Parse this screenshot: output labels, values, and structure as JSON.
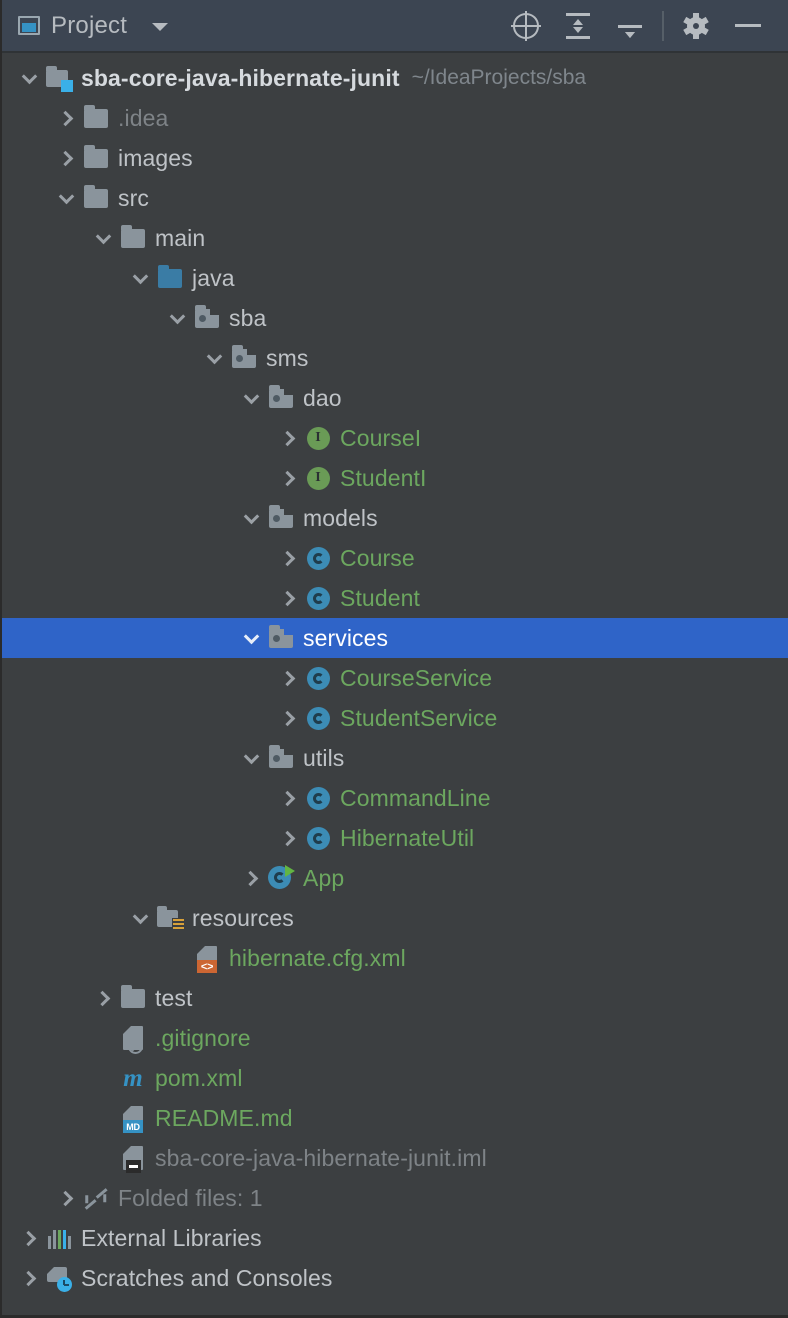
{
  "window": {
    "title": "Project",
    "title_icon": "project-window-icon",
    "dropdown_icon": "chevron-down-icon",
    "actions": [
      {
        "name": "select-opened-file-button",
        "icon": "target-icon",
        "tooltip": "Select Opened File"
      },
      {
        "name": "expand-all-button",
        "icon": "expand-all-icon",
        "tooltip": "Expand All"
      },
      {
        "name": "collapse-all-button",
        "icon": "collapse-all-icon",
        "tooltip": "Collapse All"
      },
      {
        "name": "settings-button",
        "icon": "gear-icon",
        "tooltip": "Options"
      },
      {
        "name": "hide-button",
        "icon": "minimize-icon",
        "tooltip": "Hide"
      }
    ]
  },
  "colors": {
    "header_bg": "#3c4552",
    "panel_bg": "#3c3f41",
    "selection_bg": "#2f64c8",
    "text": "#bfc3c7",
    "text_dim": "#7e8387",
    "text_vcs_added": "#6ca75f",
    "source_root": "#3a7ca5",
    "module_badge": "#3ab0e8",
    "resource_badge": "#d8a13a",
    "xml_badge": "#cc6633",
    "markdown_badge": "#3592c4"
  },
  "tree": [
    {
      "label": "sba-core-java-hibernate-junit",
      "hint": "~/IdeaProjects/sba",
      "icon": "module-root-folder-icon",
      "indent": 0,
      "arrow": "down",
      "style": "bold",
      "selected": false
    },
    {
      "label": ".idea",
      "icon": "folder-icon",
      "indent": 1,
      "arrow": "right",
      "style": "dim",
      "selected": false
    },
    {
      "label": "images",
      "icon": "folder-icon",
      "indent": 1,
      "arrow": "right",
      "style": "normal",
      "selected": false
    },
    {
      "label": "src",
      "icon": "folder-icon",
      "indent": 1,
      "arrow": "down",
      "style": "normal",
      "selected": false
    },
    {
      "label": "main",
      "icon": "folder-icon",
      "indent": 2,
      "arrow": "down",
      "style": "normal",
      "selected": false
    },
    {
      "label": "java",
      "icon": "source-root-folder-icon",
      "indent": 3,
      "arrow": "down",
      "style": "normal",
      "selected": false
    },
    {
      "label": "sba",
      "icon": "package-icon",
      "indent": 4,
      "arrow": "down",
      "style": "normal",
      "selected": false
    },
    {
      "label": "sms",
      "icon": "package-icon",
      "indent": 5,
      "arrow": "down",
      "style": "normal",
      "selected": false
    },
    {
      "label": "dao",
      "icon": "package-icon",
      "indent": 6,
      "arrow": "down",
      "style": "normal",
      "selected": false
    },
    {
      "label": "CourseI",
      "icon": "java-interface-icon",
      "indent": 7,
      "arrow": "right",
      "style": "green",
      "selected": false
    },
    {
      "label": "StudentI",
      "icon": "java-interface-icon",
      "indent": 7,
      "arrow": "right",
      "style": "green",
      "selected": false
    },
    {
      "label": "models",
      "icon": "package-icon",
      "indent": 6,
      "arrow": "down",
      "style": "normal",
      "selected": false
    },
    {
      "label": "Course",
      "icon": "java-class-icon",
      "indent": 7,
      "arrow": "right",
      "style": "green",
      "selected": false
    },
    {
      "label": "Student",
      "icon": "java-class-icon",
      "indent": 7,
      "arrow": "right",
      "style": "green",
      "selected": false
    },
    {
      "label": "services",
      "icon": "package-icon",
      "indent": 6,
      "arrow": "down",
      "style": "white",
      "selected": true
    },
    {
      "label": "CourseService",
      "icon": "java-class-icon",
      "indent": 7,
      "arrow": "right",
      "style": "green",
      "selected": false
    },
    {
      "label": "StudentService",
      "icon": "java-class-icon",
      "indent": 7,
      "arrow": "right",
      "style": "green",
      "selected": false
    },
    {
      "label": "utils",
      "icon": "package-icon",
      "indent": 6,
      "arrow": "down",
      "style": "normal",
      "selected": false
    },
    {
      "label": "CommandLine",
      "icon": "java-class-icon",
      "indent": 7,
      "arrow": "right",
      "style": "green",
      "selected": false
    },
    {
      "label": "HibernateUtil",
      "icon": "java-class-icon",
      "indent": 7,
      "arrow": "right",
      "style": "green",
      "selected": false
    },
    {
      "label": "App",
      "icon": "runnable-java-class-icon",
      "indent": 6,
      "arrow": "right",
      "style": "green",
      "selected": false
    },
    {
      "label": "resources",
      "icon": "resource-root-folder-icon",
      "indent": 3,
      "arrow": "down",
      "style": "normal",
      "selected": false
    },
    {
      "label": "hibernate.cfg.xml",
      "icon": "xml-file-icon",
      "indent": 4,
      "arrow": "none",
      "style": "green",
      "selected": false
    },
    {
      "label": "test",
      "icon": "folder-icon",
      "indent": 2,
      "arrow": "right",
      "style": "normal",
      "selected": false
    },
    {
      "label": ".gitignore",
      "icon": "gitignore-file-icon",
      "indent": 2,
      "arrow": "none",
      "style": "green",
      "selected": false
    },
    {
      "label": "pom.xml",
      "icon": "maven-file-icon",
      "indent": 2,
      "arrow": "none",
      "style": "green",
      "selected": false
    },
    {
      "label": "README.md",
      "icon": "markdown-file-icon",
      "indent": 2,
      "arrow": "none",
      "style": "green",
      "selected": false
    },
    {
      "label": "sba-core-java-hibernate-junit.iml",
      "icon": "iml-file-icon",
      "indent": 2,
      "arrow": "none",
      "style": "dim",
      "selected": false
    },
    {
      "label": "Folded files: 1",
      "icon": "folded-files-icon",
      "indent": 1,
      "arrow": "right",
      "style": "dim",
      "selected": false
    },
    {
      "label": "External Libraries",
      "icon": "external-libraries-icon",
      "indent": 0,
      "arrow": "right",
      "style": "normal",
      "selected": false
    },
    {
      "label": "Scratches and Consoles",
      "icon": "scratches-icon",
      "indent": 0,
      "arrow": "right",
      "style": "normal",
      "selected": false
    }
  ]
}
